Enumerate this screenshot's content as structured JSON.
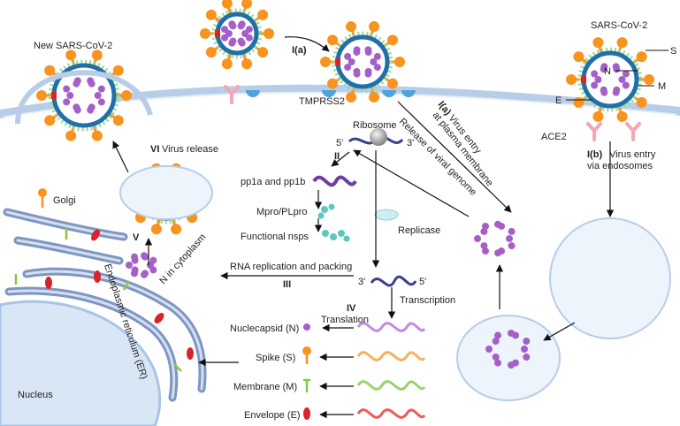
{
  "labels": {
    "new_virus": "New SARS-CoV-2",
    "sars_cov2": "SARS-CoV-2",
    "s": "S",
    "n": "N",
    "m": "M",
    "e": "E",
    "ace2": "ACE2",
    "tmprss2": "TMPRSS2",
    "golgi": "Golgi",
    "er": "Endoplasmic reticulum (ER)",
    "nucleus": "Nucleus",
    "ribosome": "Ribosome",
    "five_prime": "5'",
    "three_prime": "3'",
    "pp1": "pp1a and pp1b",
    "mpro": "Mpro/PLpro",
    "nsps": "Functional nsps",
    "replicase": "Replicase",
    "rna_rep": "RNA replication and packing",
    "n_cyto": "N in cytoplasm",
    "nucleocapsid": "Nuclecapsid (N)",
    "spike": "Spike (S)",
    "membrane": "Membrane (M)",
    "envelope": "Envelope (E)",
    "transcription": "Transcription",
    "translation": "Translation",
    "release_genome": "Release of viral genome",
    "virus_release": "Virus release"
  },
  "steps": {
    "ia_top": "I(a)",
    "ia_entry_1": "Virus entry",
    "ia_entry_2": "at plasma membrane",
    "ib_num": "I(b)",
    "ib_1": "Virus entry",
    "ib_2": "via endosomes",
    "ii": "II",
    "iii": "III",
    "iv": "IV",
    "v": "V",
    "vi": "VI"
  },
  "colors": {
    "membrane_fill": "#d9e6f5",
    "membrane_stroke": "#a9c4e6",
    "envelope_blue": "#1f6fa8",
    "spike_orange": "#f7931e",
    "rna_purple": "#a560c8",
    "receptor_pink": "#f2a7b5",
    "tmprss2_blue": "#4fa3d9",
    "nsp_teal": "#5cc6c0",
    "rna_navy": "#3b3f8f",
    "er_blue": "#8fa3c8",
    "red_protein": "#d8232a",
    "green_protein": "#8cc63f"
  }
}
